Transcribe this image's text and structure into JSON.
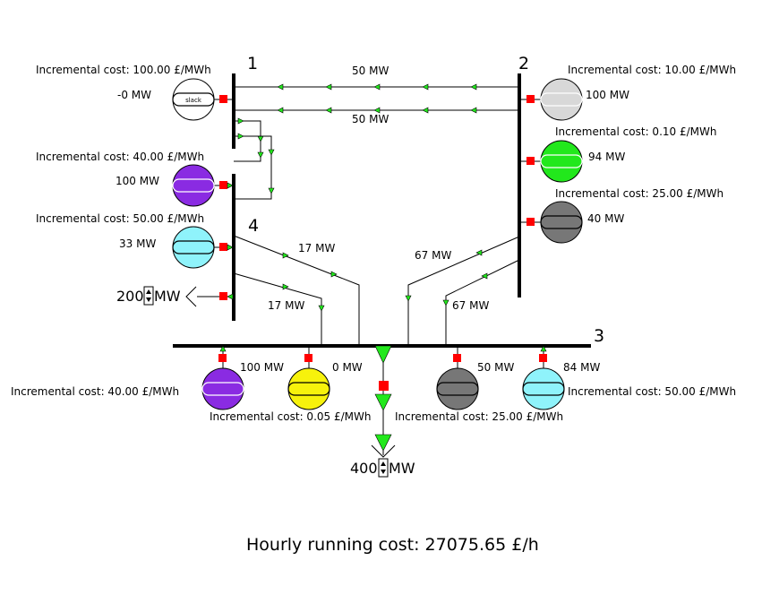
{
  "buses": {
    "b1": "1",
    "b2": "2",
    "b3": "3",
    "b4": "4"
  },
  "generators": {
    "g1_slack": {
      "cost": "Incremental cost: 100.00 £/MWh",
      "output": "-0 MW",
      "inner_label": "slack",
      "color": "#ffffff"
    },
    "g4_top": {
      "cost": "Incremental cost: 40.00 £/MWh",
      "output": "100 MW",
      "color": "#8a2be2"
    },
    "g4_bottom": {
      "cost": "Incremental cost: 50.00 £/MWh",
      "output": "33 MW",
      "color": "#8ff3fb"
    },
    "g2_top": {
      "cost": "Incremental cost: 10.00 £/MWh",
      "output": "100 MW",
      "color": "#d8d8d8"
    },
    "g2_mid": {
      "cost": "Incremental cost: 0.10 £/MWh",
      "output": "94 MW",
      "color": "#22e81c"
    },
    "g2_bottom": {
      "cost": "Incremental cost: 25.00 £/MWh",
      "output": "40 MW",
      "color": "#777777"
    },
    "g3_a": {
      "cost": "Incremental cost: 40.00 £/MWh",
      "output": "100 MW",
      "color": "#8a2be2"
    },
    "g3_b": {
      "cost": "Incremental cost: 0.05 £/MWh",
      "output": "0 MW",
      "color": "#f7f20c"
    },
    "g3_c": {
      "cost": "Incremental cost: 25.00 £/MWh",
      "output": "50 MW",
      "color": "#777777"
    },
    "g3_d": {
      "cost": "Incremental cost: 50.00 £/MWh",
      "output": "84 MW",
      "color": "#8ff3fb"
    }
  },
  "lines": {
    "l12_top": "50 MW",
    "l12_bottom": "50 MW",
    "l43_a": "17 MW",
    "l43_b": "17 MW",
    "l23_a": "67 MW",
    "l23_b": "67 MW"
  },
  "loads": {
    "load4": {
      "value": "200",
      "unit": "MW"
    },
    "load3": {
      "value": "400",
      "unit": "MW"
    }
  },
  "footer": {
    "running_cost": "Hourly running cost: 27075.65 £/h"
  },
  "colors": {
    "breaker": "#ff0000",
    "arrow_fill": "#22e81c"
  }
}
